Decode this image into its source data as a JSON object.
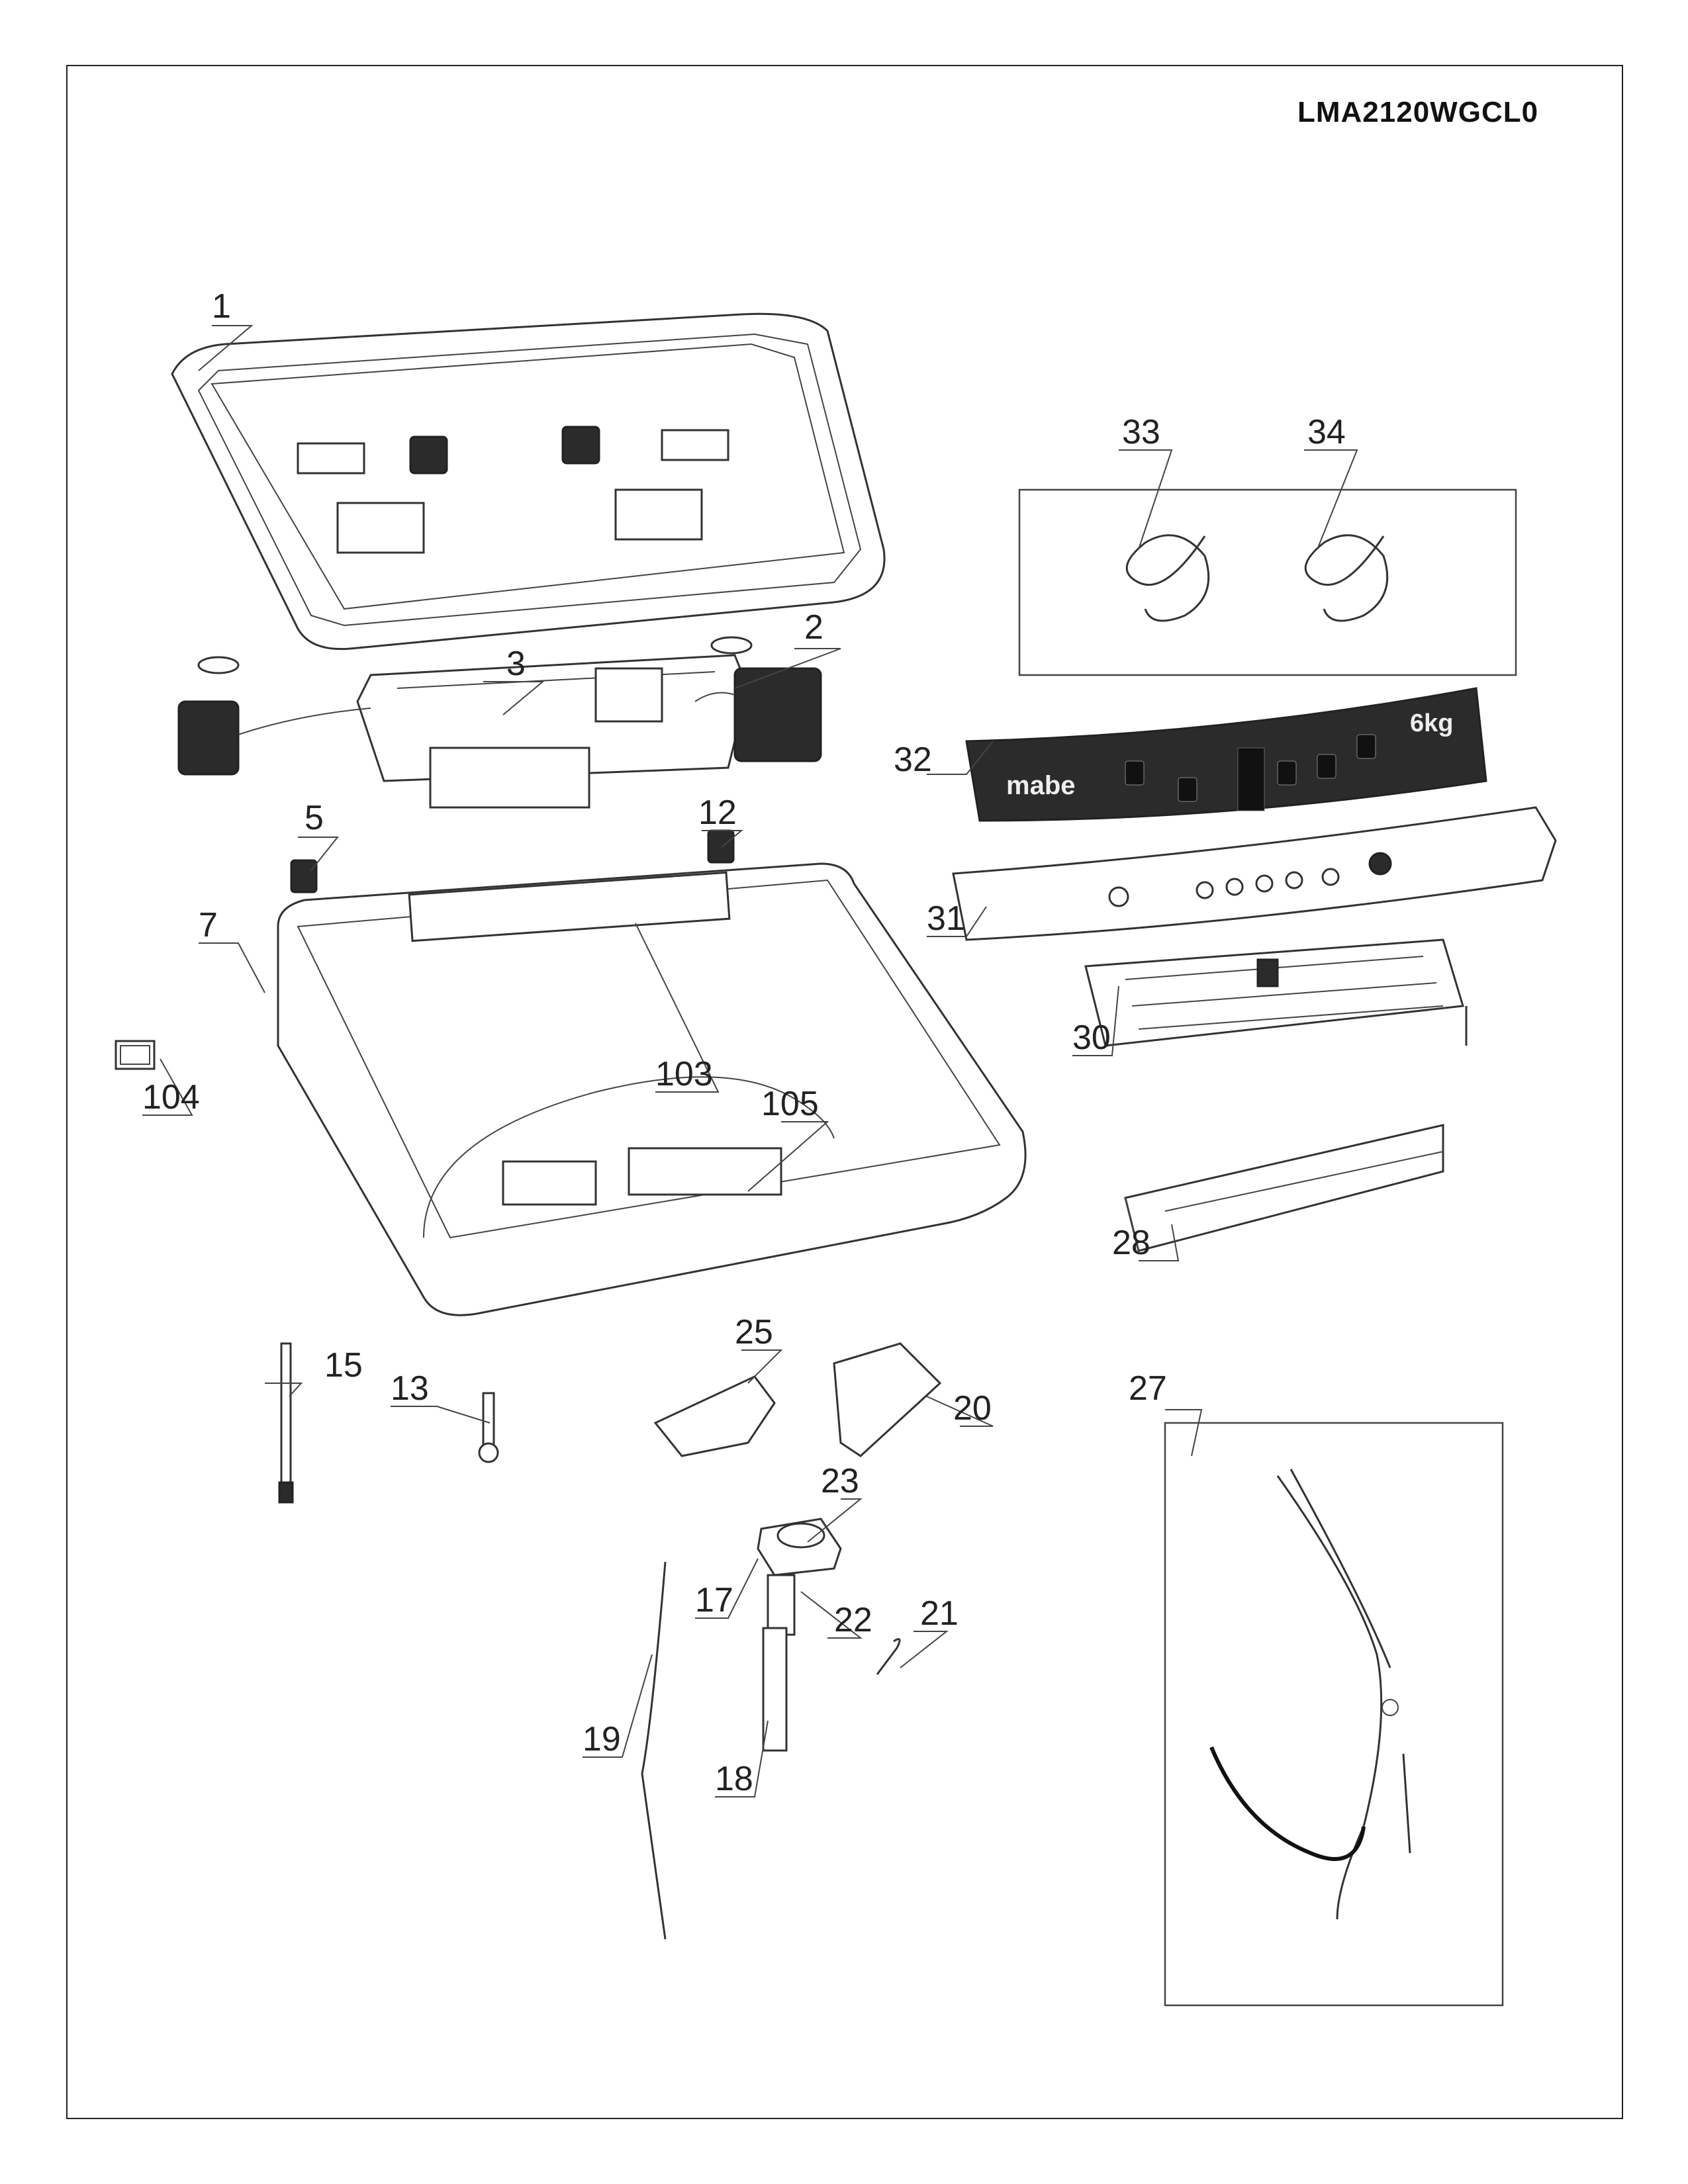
{
  "document": {
    "model_number": "LMA2120WGCL0",
    "type": "exploded parts diagram"
  },
  "control_panel_graphic": {
    "brand": "mabe",
    "capacity": "6kg"
  },
  "callouts": [
    {
      "id": "1",
      "label": "1"
    },
    {
      "id": "2",
      "label": "2"
    },
    {
      "id": "3",
      "label": "3"
    },
    {
      "id": "5",
      "label": "5"
    },
    {
      "id": "7",
      "label": "7"
    },
    {
      "id": "12",
      "label": "12"
    },
    {
      "id": "13",
      "label": "13"
    },
    {
      "id": "15",
      "label": "15"
    },
    {
      "id": "17",
      "label": "17"
    },
    {
      "id": "18",
      "label": "18"
    },
    {
      "id": "19",
      "label": "19"
    },
    {
      "id": "20",
      "label": "20"
    },
    {
      "id": "21",
      "label": "21"
    },
    {
      "id": "22",
      "label": "22"
    },
    {
      "id": "23",
      "label": "23"
    },
    {
      "id": "25",
      "label": "25"
    },
    {
      "id": "27",
      "label": "27"
    },
    {
      "id": "28",
      "label": "28"
    },
    {
      "id": "30",
      "label": "30"
    },
    {
      "id": "31",
      "label": "31"
    },
    {
      "id": "32",
      "label": "32"
    },
    {
      "id": "33",
      "label": "33"
    },
    {
      "id": "34",
      "label": "34"
    },
    {
      "id": "103",
      "label": "103"
    },
    {
      "id": "104",
      "label": "104"
    },
    {
      "id": "105",
      "label": "105"
    }
  ]
}
